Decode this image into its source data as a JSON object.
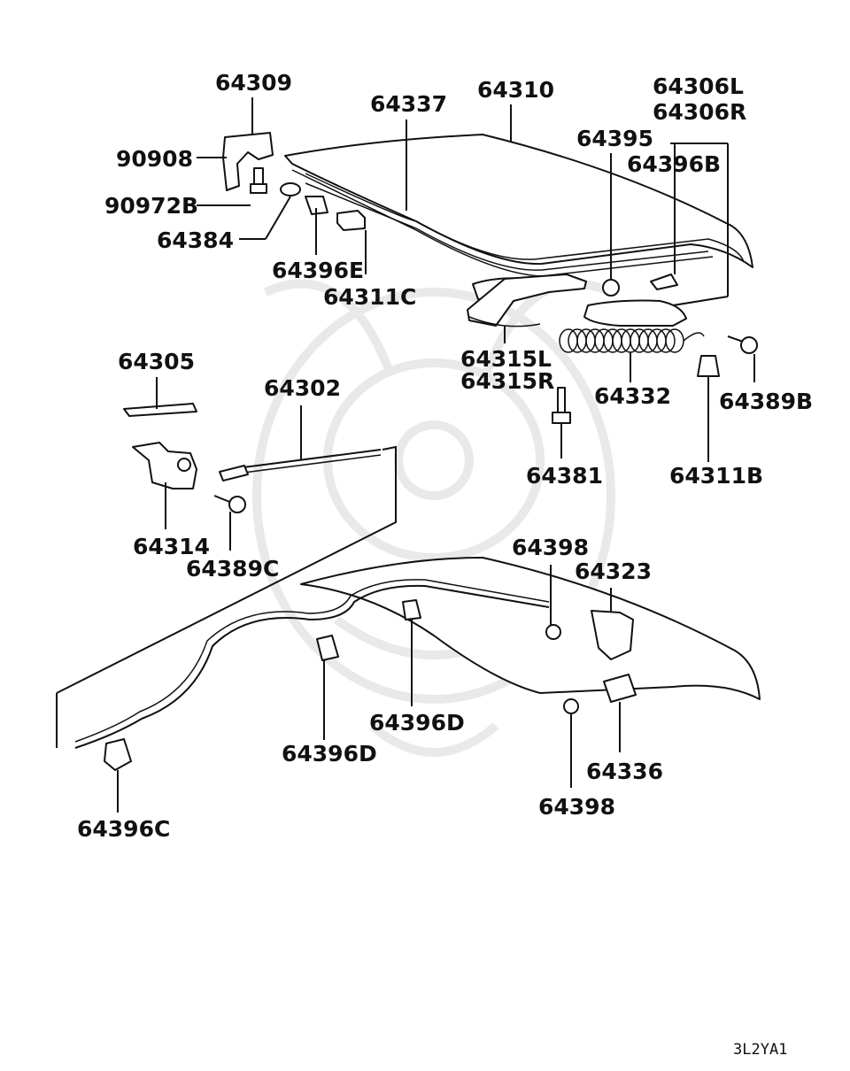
{
  "diagram_code": "3L2YA1",
  "parts": [
    {
      "id": "p64309",
      "number": "64309"
    },
    {
      "id": "p90908",
      "number": "90908"
    },
    {
      "id": "p90972B",
      "number": "90972B"
    },
    {
      "id": "p64384",
      "number": "64384"
    },
    {
      "id": "p64337",
      "number": "64337"
    },
    {
      "id": "p64310",
      "number": "64310"
    },
    {
      "id": "p64306L",
      "number": "64306L"
    },
    {
      "id": "p64306R",
      "number": "64306R"
    },
    {
      "id": "p64395",
      "number": "64395"
    },
    {
      "id": "p64396B",
      "number": "64396B"
    },
    {
      "id": "p64396E",
      "number": "64396E"
    },
    {
      "id": "p64311C",
      "number": "64311C"
    },
    {
      "id": "p64315L",
      "number": "64315L"
    },
    {
      "id": "p64315R",
      "number": "64315R"
    },
    {
      "id": "p64332",
      "number": "64332"
    },
    {
      "id": "p64389B",
      "number": "64389B"
    },
    {
      "id": "p64305",
      "number": "64305"
    },
    {
      "id": "p64302",
      "number": "64302"
    },
    {
      "id": "p64381",
      "number": "64381"
    },
    {
      "id": "p64311B",
      "number": "64311B"
    },
    {
      "id": "p64314",
      "number": "64314"
    },
    {
      "id": "p64389C",
      "number": "64389C"
    },
    {
      "id": "p64398a",
      "number": "64398"
    },
    {
      "id": "p64323",
      "number": "64323"
    },
    {
      "id": "p64396Da",
      "number": "64396D"
    },
    {
      "id": "p64396Db",
      "number": "64396D"
    },
    {
      "id": "p64336",
      "number": "64336"
    },
    {
      "id": "p64398b",
      "number": "64398"
    },
    {
      "id": "p64396C",
      "number": "64396C"
    }
  ]
}
